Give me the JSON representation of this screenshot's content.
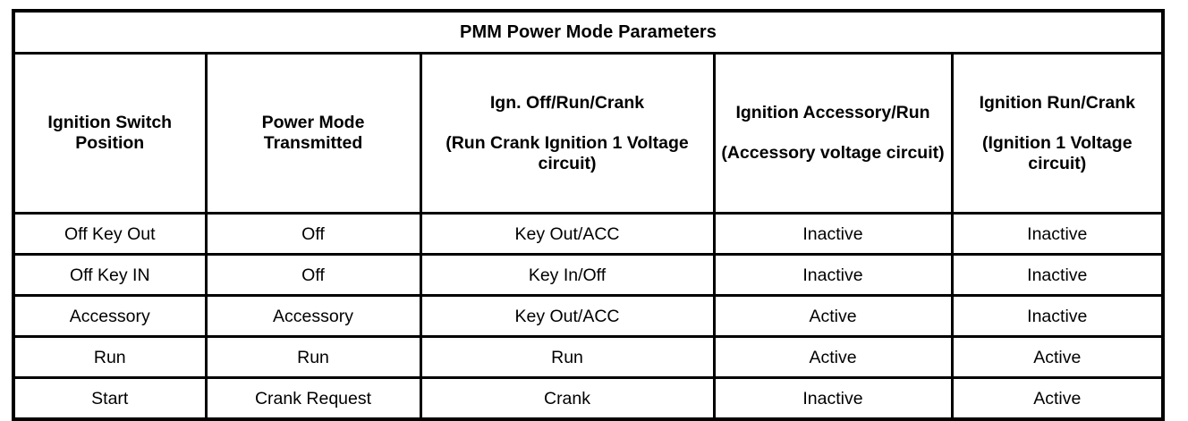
{
  "table": {
    "title": "PMM Power Mode Parameters",
    "columns": [
      {
        "id": "ignition-switch-position",
        "primary": "Ignition Switch Position",
        "sub": ""
      },
      {
        "id": "power-mode-transmitted",
        "primary": "Power Mode Transmitted",
        "sub": ""
      },
      {
        "id": "ign-off-run-crank",
        "primary": "Ign. Off/Run/Crank",
        "sub": "(Run Crank Ignition 1 Voltage circuit)"
      },
      {
        "id": "ignition-accessory-run",
        "primary": "Ignition Accessory/Run",
        "sub": "(Accessory voltage circuit)"
      },
      {
        "id": "ignition-run-crank",
        "primary": "Ignition Run/Crank",
        "sub": "(Ignition 1 Voltage circuit)"
      }
    ],
    "rows": [
      {
        "ignition_switch_position": "Off Key Out",
        "power_mode_transmitted": "Off",
        "ign_off_run_crank": "Key Out/ACC",
        "ignition_accessory_run": "Inactive",
        "ignition_run_crank": "Inactive"
      },
      {
        "ignition_switch_position": "Off Key IN",
        "power_mode_transmitted": "Off",
        "ign_off_run_crank": "Key In/Off",
        "ignition_accessory_run": "Inactive",
        "ignition_run_crank": "Inactive"
      },
      {
        "ignition_switch_position": "Accessory",
        "power_mode_transmitted": "Accessory",
        "ign_off_run_crank": "Key Out/ACC",
        "ignition_accessory_run": "Active",
        "ignition_run_crank": "Inactive"
      },
      {
        "ignition_switch_position": "Run",
        "power_mode_transmitted": "Run",
        "ign_off_run_crank": "Run",
        "ignition_accessory_run": "Active",
        "ignition_run_crank": "Active"
      },
      {
        "ignition_switch_position": "Start",
        "power_mode_transmitted": "Crank Request",
        "ign_off_run_crank": "Crank",
        "ignition_accessory_run": "Inactive",
        "ignition_run_crank": "Active"
      }
    ]
  },
  "colors": {
    "border": "#000000",
    "text": "#000000",
    "background": "#ffffff"
  }
}
